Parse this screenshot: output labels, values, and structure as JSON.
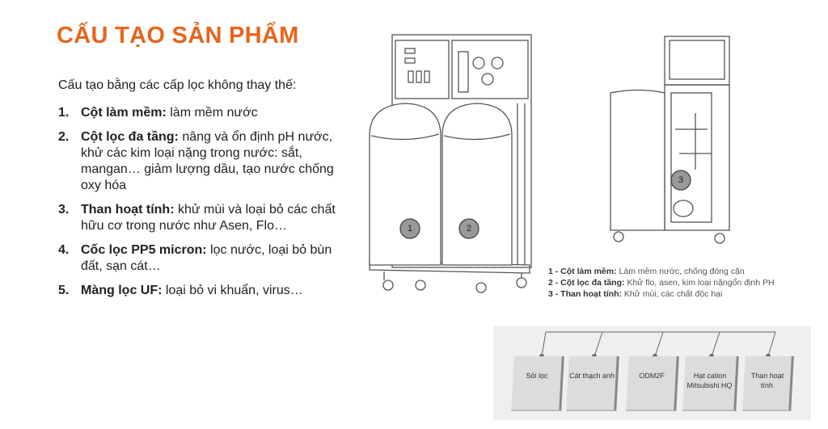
{
  "title": "CẤU TẠO SẢN PHẨM",
  "intro": "Cấu tạo bằng các cấp lọc không thay thế:",
  "items": [
    {
      "num": "1.",
      "label": "Cột làm mềm:",
      "text": " làm mềm nước"
    },
    {
      "num": "2.",
      "label": " Cột lọc đa tầng:",
      "text": " nâng và ổn định pH nước, khử các kim loại nặng trong nước: sắt, mangan… giảm lượng dầu, tạo nước chống oxy hóa"
    },
    {
      "num": "3.",
      "label": "Than hoạt tính:",
      "text": " khử mùi và loại bỏ các chất hữu cơ trong nước như Asen, Flo…"
    },
    {
      "num": "4.",
      "label": "Cốc lọc PP5 micron:",
      "text": " lọc nước, loại bỏ bùn đất, sạn cát…"
    },
    {
      "num": "5.",
      "label": "Màng lọc UF:",
      "text": " loại bỏ vi khuẩn, virus…"
    }
  ],
  "machine_labels": {
    "one": "1",
    "two": "2",
    "three": "3"
  },
  "legend": [
    {
      "label": "1 - Cột làm mềm:",
      "text": " Làm mềm nước, chống đóng cặn"
    },
    {
      "label": "2 - Cột lọc đa tầng:",
      "text": " Khử flo, asen, kim loại nặngổn định PH"
    },
    {
      "label": "3 - Than hoạt tính:",
      "text": " Khử mùi, các chất độc hại"
    }
  ],
  "layers": [
    "Sỏi lọc",
    "Cát thạch anh",
    "ODM2F",
    "Hạt cation Mitsubishi HQ",
    "Than hoạt tính"
  ],
  "colors": {
    "accent": "#E8651E"
  }
}
